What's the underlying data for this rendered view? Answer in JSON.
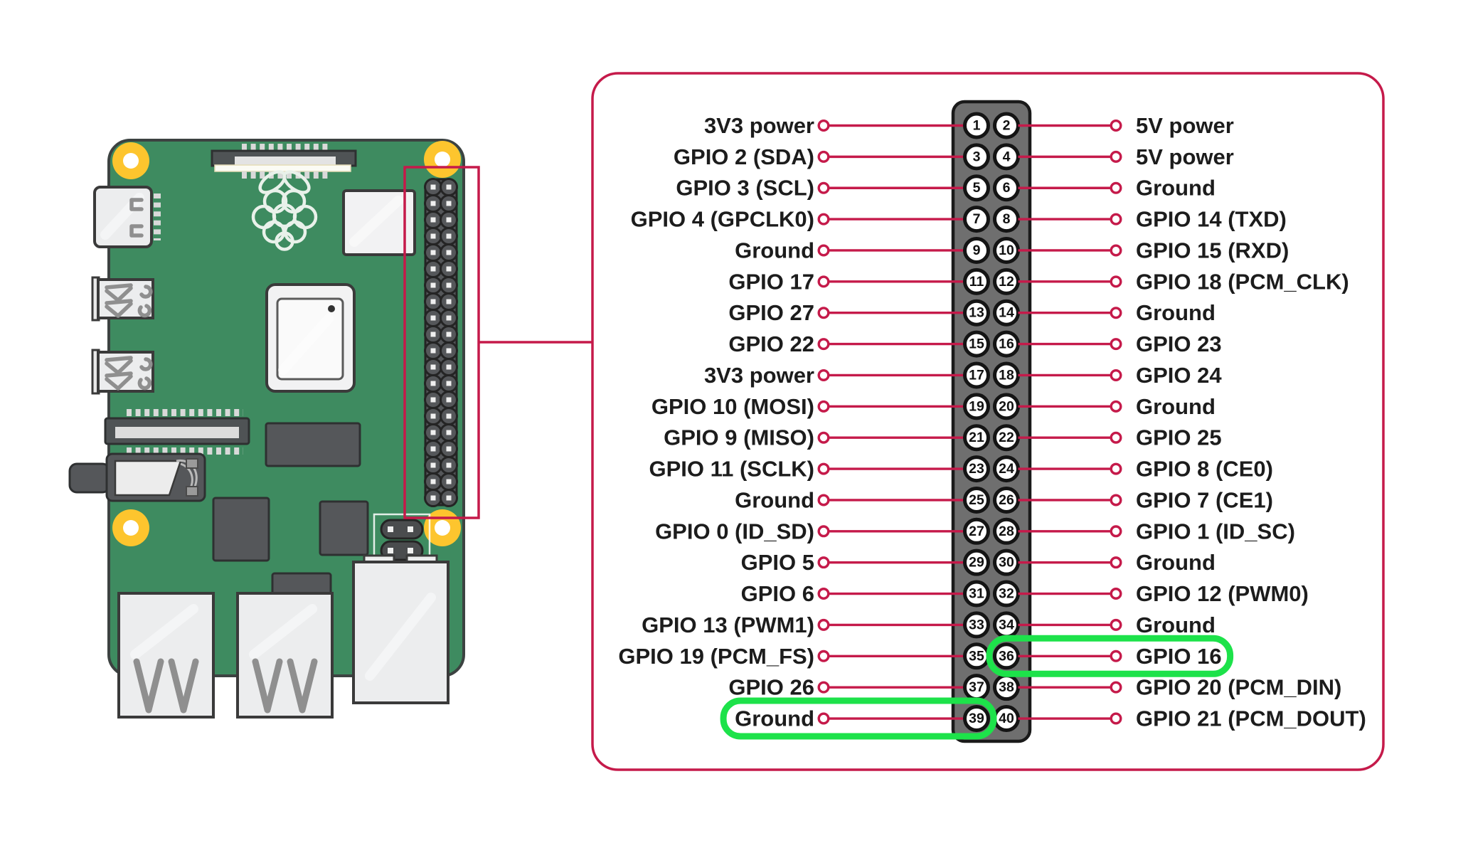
{
  "colors": {
    "crimson": "#c51a4a",
    "green_highlight": "#1de24a",
    "board_green": "#3e8b60",
    "pcb_yellow": "#fdc52e",
    "header_gray": "#6f6f6f",
    "chip_dark": "#55575a",
    "port_light": "#ecedee"
  },
  "pinout": {
    "rows": [
      {
        "left": "3V3 power",
        "left_pin": "1",
        "right_pin": "2",
        "right": "5V power"
      },
      {
        "left": "GPIO 2 (SDA)",
        "left_pin": "3",
        "right_pin": "4",
        "right": "5V power"
      },
      {
        "left": "GPIO 3 (SCL)",
        "left_pin": "5",
        "right_pin": "6",
        "right": "Ground"
      },
      {
        "left": "GPIO 4 (GPCLK0)",
        "left_pin": "7",
        "right_pin": "8",
        "right": "GPIO 14 (TXD)"
      },
      {
        "left": "Ground",
        "left_pin": "9",
        "right_pin": "10",
        "right": "GPIO 15 (RXD)"
      },
      {
        "left": "GPIO 17",
        "left_pin": "11",
        "right_pin": "12",
        "right": "GPIO 18 (PCM_CLK)"
      },
      {
        "left": "GPIO 27",
        "left_pin": "13",
        "right_pin": "14",
        "right": "Ground"
      },
      {
        "left": "GPIO 22",
        "left_pin": "15",
        "right_pin": "16",
        "right": "GPIO 23"
      },
      {
        "left": "3V3 power",
        "left_pin": "17",
        "right_pin": "18",
        "right": "GPIO 24"
      },
      {
        "left": "GPIO 10 (MOSI)",
        "left_pin": "19",
        "right_pin": "20",
        "right": "Ground"
      },
      {
        "left": "GPIO 9 (MISO)",
        "left_pin": "21",
        "right_pin": "22",
        "right": "GPIO 25"
      },
      {
        "left": "GPIO 11 (SCLK)",
        "left_pin": "23",
        "right_pin": "24",
        "right": "GPIO 8 (CE0)"
      },
      {
        "left": "Ground",
        "left_pin": "25",
        "right_pin": "26",
        "right": "GPIO 7 (CE1)"
      },
      {
        "left": "GPIO 0 (ID_SD)",
        "left_pin": "27",
        "right_pin": "28",
        "right": "GPIO 1 (ID_SC)"
      },
      {
        "left": "GPIO 5",
        "left_pin": "29",
        "right_pin": "30",
        "right": "Ground"
      },
      {
        "left": "GPIO 6",
        "left_pin": "31",
        "right_pin": "32",
        "right": "GPIO 12 (PWM0)"
      },
      {
        "left": "GPIO 13 (PWM1)",
        "left_pin": "33",
        "right_pin": "34",
        "right": "Ground"
      },
      {
        "left": "GPIO 19 (PCM_FS)",
        "left_pin": "35",
        "right_pin": "36",
        "right": "GPIO 16"
      },
      {
        "left": "GPIO 26",
        "left_pin": "37",
        "right_pin": "38",
        "right": "GPIO 20 (PCM_DIN)"
      },
      {
        "left": "Ground",
        "left_pin": "39",
        "right_pin": "40",
        "right": "GPIO 21 (PCM_DOUT)"
      }
    ],
    "highlights": [
      {
        "pin": "36",
        "side": "right",
        "label": "GPIO 16"
      },
      {
        "pin": "39",
        "side": "left",
        "label": "Ground"
      }
    ]
  }
}
